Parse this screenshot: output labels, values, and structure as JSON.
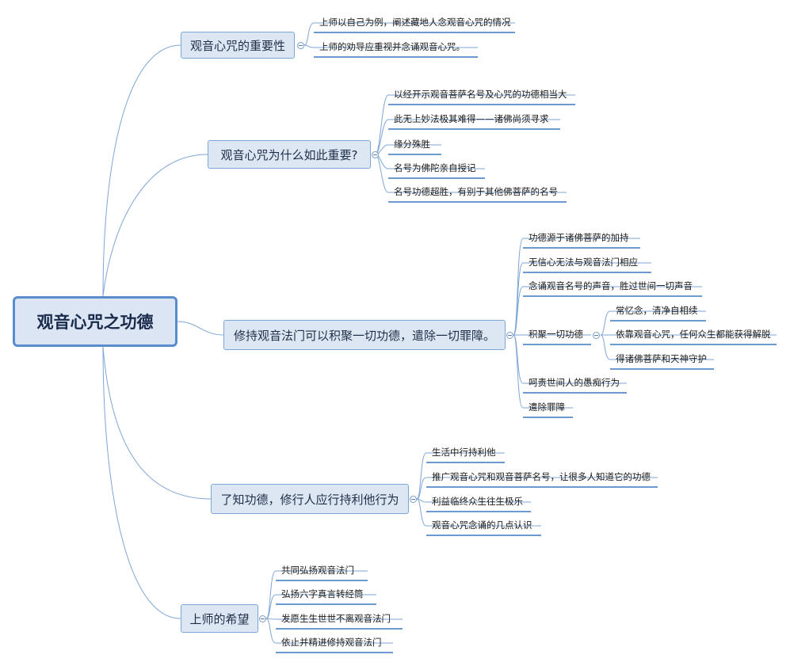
{
  "root": {
    "label": "观音心咒之功德"
  },
  "branches": [
    {
      "label": "观音心咒的重要性",
      "leaves": [
        "上师以自己为例，阐述藏地人念观音心咒的情况",
        "上师的劝导应重视并念诵观音心咒。"
      ]
    },
    {
      "label": "观音心咒为什么如此重要?",
      "leaves": [
        "以经开示观音菩萨名号及心咒的功德相当大",
        "此无上妙法极其难得——诸佛尚须寻求",
        "缘分殊胜",
        "名号为佛陀亲自授记",
        "名号功德超胜，有别于其他佛菩萨的名号"
      ]
    },
    {
      "label": "修持观音法门可以积聚一切功德，遣除一切罪障。",
      "leaves": [
        "功德源于诸佛菩萨的加持",
        "无信心无法与观音法门相应",
        "念诵观音名号的声音，胜过世间一切声音",
        "积聚一切功德",
        "呵责世间人的愚痴行为",
        "遣除罪障"
      ],
      "sub": {
        "parent": "积聚一切功德",
        "leaves": [
          "常忆念，清净自相续",
          "依靠观音心咒，任何众生都能获得解脱",
          "得诸佛菩萨和天神守护"
        ]
      }
    },
    {
      "label": "了知功德，修行人应行持利他行为",
      "leaves": [
        "生活中行持利他",
        "推广观音心咒和观音菩萨名号，让很多人知道它的功德",
        "利益临终众生往生极乐",
        "观音心咒念诵的几点认识"
      ]
    },
    {
      "label": "上师的希望",
      "leaves": [
        "共同弘扬观音法门",
        "弘扬六字真言转经筒",
        "发愿生生世世不离观音法门",
        "依止并精进修持观音法门"
      ]
    }
  ],
  "colors": {
    "line": "#7ea6d6",
    "root_border": "#5b8ccc",
    "box_fill": "#dde7f4",
    "underline": "#6c9ad0"
  }
}
